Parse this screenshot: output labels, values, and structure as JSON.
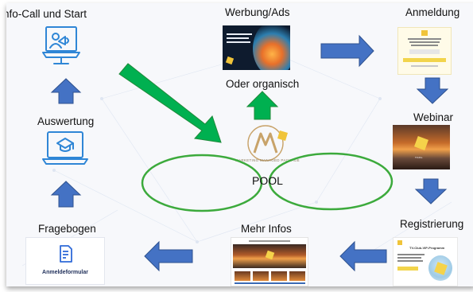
{
  "steps": {
    "info_call": "nfo-Call und Start",
    "werbung": "Werbung/Ads",
    "organisch": "Oder organisch",
    "anmeldung": "Anmeldung",
    "webinar": "Webinar",
    "registrierung": "Registrierung",
    "mehr_infos": "Mehr Infos",
    "fragebogen": "Fragebogen",
    "auswertung": "Auswertung"
  },
  "center": {
    "pool_label": "POOL",
    "logo_caption": "MARKETING MANAGED PACKAGE"
  },
  "thumbnails": {
    "anmeldeformular": "Anmeldeformular",
    "registrierung_headline": "TV-Club-VIP-Programm",
    "webinar_caption": "TV-Pro"
  },
  "colors": {
    "arrow_blue": "#4472c4",
    "arrow_green": "#00b050",
    "pool_ellipse": "#3caa3c",
    "icon_blue": "#2f86d6",
    "logo_gold": "#c8a36a"
  },
  "icons": [
    "presenter-megaphone-icon",
    "laptop-graduation-icon",
    "form-document-icon",
    "mm-logo-icon"
  ]
}
